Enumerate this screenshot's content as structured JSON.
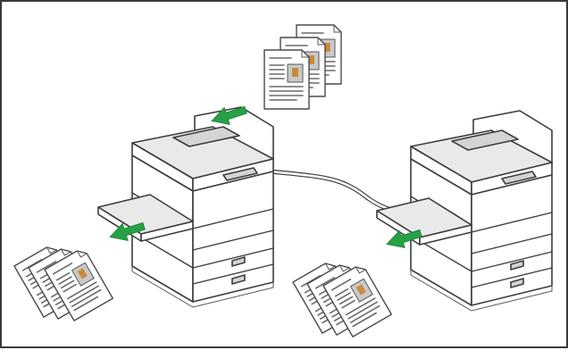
{
  "figure": {
    "colors": {
      "arrow": "#27a046",
      "outline": "#3d3d3d",
      "photo_accent": "#c98a3c",
      "frame": "#3a3a3a"
    },
    "elements": [
      {
        "name": "original-document-stack",
        "role": "originals placed on scanner"
      },
      {
        "name": "left-printer",
        "role": "scanning machine"
      },
      {
        "name": "right-printer",
        "role": "receiving machine"
      },
      {
        "name": "connecting-cable",
        "role": "connection between machines"
      },
      {
        "name": "left-output-copies",
        "role": "printed output"
      },
      {
        "name": "right-output-copies",
        "role": "printed output"
      }
    ],
    "icons": [
      "green-arrow-icon",
      "printer-icon",
      "document-icon"
    ]
  }
}
